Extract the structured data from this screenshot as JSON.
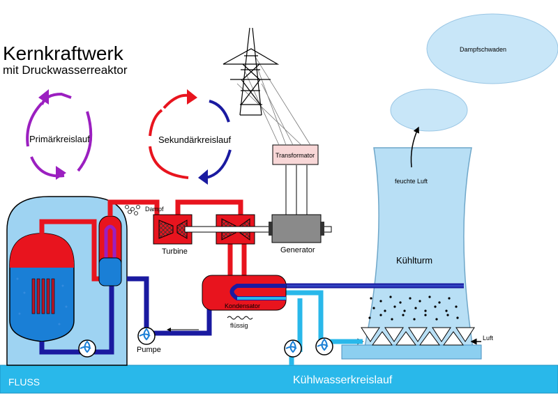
{
  "title": "Kernkraftwerk",
  "subtitle": "mit Druckwasserreaktor",
  "labels": {
    "primary_loop": "Primärkreislauf",
    "secondary_loop": "Sekundärkreislauf",
    "steam": "Dampf",
    "turbine": "Turbine",
    "generator": "Generator",
    "transformer": "Transformator",
    "condenser": "Kondensator",
    "liquid": "flüssig",
    "pump": "Pumpe",
    "cooling_tower": "Kühlturm",
    "humid_air": "feuchte Luft",
    "air": "Luft",
    "steam_plume": "Dampfschwaden",
    "river": "FLUSS",
    "cooling_loop": "Kühlwasserkreislauf"
  },
  "colors": {
    "hot": "#e8141e",
    "cold": "#1a1aa0",
    "primary_arrows": "#9b1fc0",
    "secondary_hot": "#e8141e",
    "secondary_cold": "#1a1aa0",
    "containment": "#9ed3f2",
    "river": "#29b8ea",
    "cloud": "#c8e6f8",
    "tower": "#b8dff5"
  },
  "icons": [
    "transmission-tower-icon",
    "pump-icon",
    "turbine-icon",
    "generator-icon"
  ]
}
